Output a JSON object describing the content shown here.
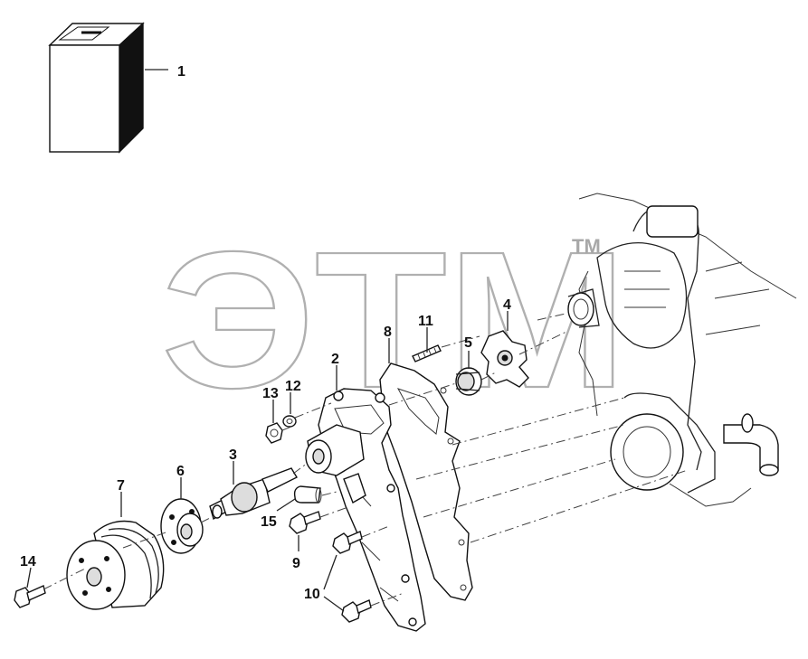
{
  "watermark": {
    "text": "ЭТМ",
    "tm": "TM"
  },
  "callouts": [
    {
      "id": "1",
      "label": "1"
    },
    {
      "id": "2",
      "label": "2"
    },
    {
      "id": "3",
      "label": "3"
    },
    {
      "id": "4",
      "label": "4"
    },
    {
      "id": "5",
      "label": "5"
    },
    {
      "id": "6",
      "label": "6"
    },
    {
      "id": "7",
      "label": "7"
    },
    {
      "id": "8",
      "label": "8"
    },
    {
      "id": "9",
      "label": "9"
    },
    {
      "id": "10",
      "label": "10"
    },
    {
      "id": "11",
      "label": "11"
    },
    {
      "id": "12",
      "label": "12"
    },
    {
      "id": "13",
      "label": "13"
    },
    {
      "id": "14",
      "label": "14"
    },
    {
      "id": "15",
      "label": "15"
    }
  ]
}
